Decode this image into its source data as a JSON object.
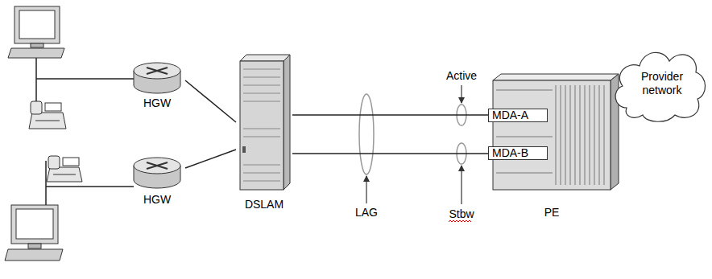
{
  "diagram": {
    "nodes": [
      {
        "text": [
          "HGW"
        ]
      },
      {
        "text": [
          "HGW"
        ]
      },
      {
        "text": [
          "DSLAM"
        ]
      },
      {
        "text": [
          "PE"
        ]
      },
      {
        "text": [
          "MDA-A"
        ],
        "in": 3
      },
      {
        "text": [
          "MDA-B"
        ],
        "in": 3
      },
      {
        "text": [
          "Provider network"
        ]
      }
    ],
    "edges": [
      {
        "from": 0,
        "to": 2,
        "arrow": "none"
      },
      {
        "from": 1,
        "to": 2,
        "arrow": "none"
      },
      {
        "from": 2,
        "to": 4,
        "arrow": "none"
      },
      {
        "from": 2,
        "to": 5,
        "arrow": "none"
      }
    ],
    "labels": [
      "Active",
      "LAG",
      "Stbw"
    ]
  }
}
